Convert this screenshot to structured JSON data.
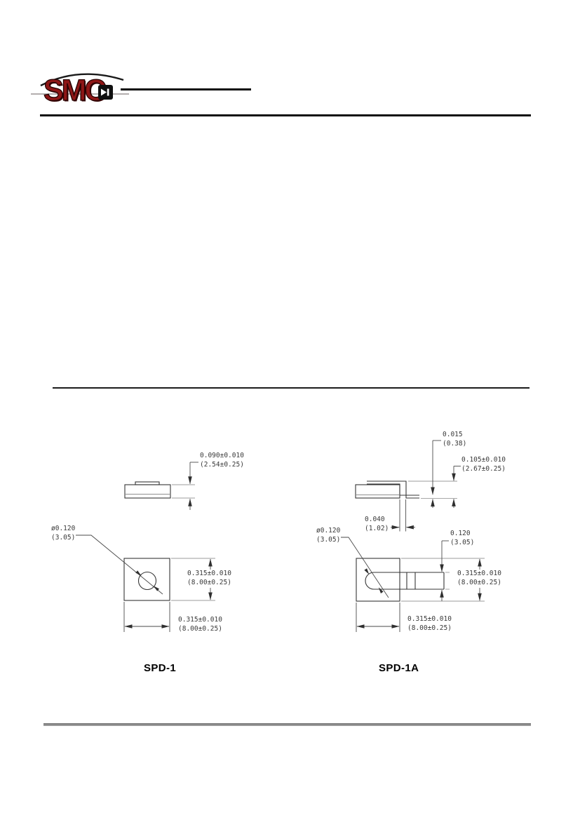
{
  "logo": {
    "text": "SMC",
    "symbol": "diode-icon"
  },
  "packages": [
    {
      "label": "SPD-1",
      "dims": {
        "body_height": {
          "inch": "0.090±0.010",
          "mm": "(2.54±0.25)"
        },
        "hole_dia": {
          "inch": "ø0.120",
          "mm": "(3.05)"
        },
        "body_side": {
          "inch": "0.315±0.010",
          "mm": "(8.00±0.25)"
        },
        "body_width": {
          "inch": "0.315±0.010",
          "mm": "(8.00±0.25)"
        }
      }
    },
    {
      "label": "SPD-1A",
      "dims": {
        "lead_thickness": {
          "inch": "0.015",
          "mm": "(0.38)"
        },
        "overall_height": {
          "inch": "0.105±0.010",
          "mm": "(2.67±0.25)"
        },
        "lead_bend": {
          "inch": "0.040",
          "mm": "(1.02)"
        },
        "hole_dia": {
          "inch": "ø0.120",
          "mm": "(3.05)"
        },
        "tab_width": {
          "inch": "0.120",
          "mm": "(3.05)"
        },
        "body_side": {
          "inch": "0.315±0.010",
          "mm": "(8.00±0.25)"
        },
        "body_width": {
          "inch": "0.315±0.010",
          "mm": "(8.00±0.25)"
        }
      }
    }
  ]
}
